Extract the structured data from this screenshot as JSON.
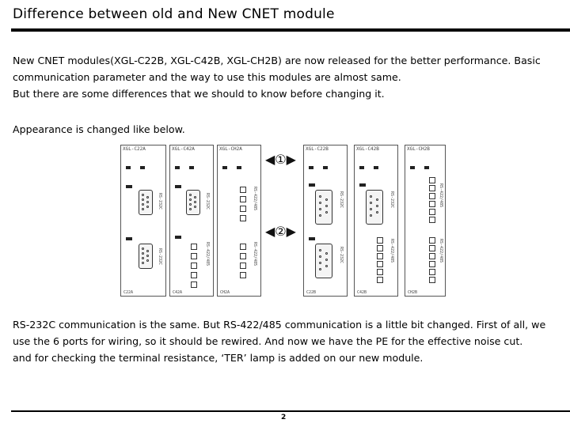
{
  "header": {
    "title": "Difference between old and New CNET module"
  },
  "intro": {
    "lines": [
      "New CNET modules(XGL-C22B, XGL-C42B, XGL-CH2B) are now released for the better performance. Basic",
      "communication parameter and the way to use this modules are almost same.",
      "But there are some differences that we should to know before changing it."
    ]
  },
  "appearance_label": "Appearance is changed like below.",
  "figure": {
    "old_modules": [
      {
        "name": "XGL-C22A",
        "port_label_1": "RS-232C",
        "port_label_2": "RS-232C",
        "bottom": "C22A"
      },
      {
        "name": "XGL-C42A",
        "port_label_1": "RS-232C",
        "port_label_2": "RS-422/485",
        "bottom": "C42A"
      },
      {
        "name": "XGL-CH2A",
        "port_label_1": "RS-422/485",
        "port_label_2": "RS-422/485",
        "bottom": "CH2A"
      }
    ],
    "new_modules": [
      {
        "name": "XGL-C22B",
        "port_label_1": "RS-232C",
        "port_label_2": "RS-232C",
        "bottom": "C22B"
      },
      {
        "name": "XGL-C42B",
        "port_label_1": "RS-232C",
        "port_label_2": "RS-422/485",
        "bottom": "C42B"
      },
      {
        "name": "XGL-CH2B",
        "port_label_1": "RS-422/485",
        "port_label_2": "RS-422/485",
        "bottom": "CH2B"
      }
    ],
    "marker_1": "◀①▶",
    "marker_2": "◀②▶"
  },
  "details": {
    "lines": [
      "RS-232C communication is the same. But RS-422/485 communication is a little bit changed. First of all, we",
      "use the 6 ports for wiring, so it should be rewired. And now we have the PE for the effective noise cut.",
      "and for checking the terminal resistance, ‘TER’ lamp is added on our new module."
    ]
  },
  "footer": {
    "page_number": "2"
  }
}
